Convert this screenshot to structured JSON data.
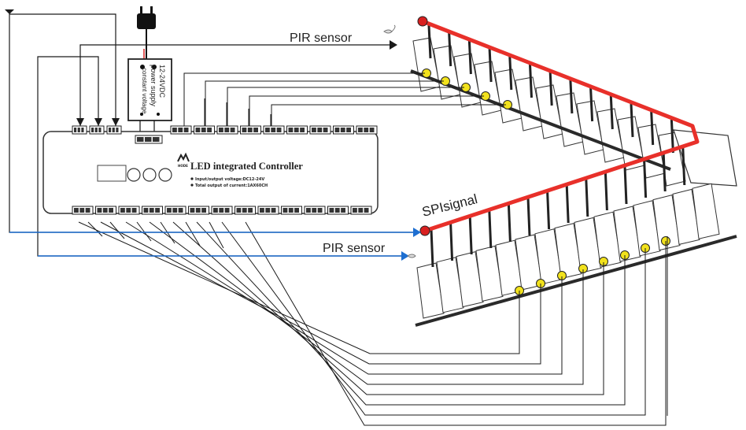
{
  "labels": {
    "pir_sensor_top": "PIR sensor",
    "pir_sensor_bottom": "PIR sensor",
    "spi_signal": "SPIsignal",
    "power_supply_line1": "12-24VDC",
    "power_supply_line2": "power supply",
    "power_supply_line3": "constant voltage",
    "controller_title": "LED  integrated Controller",
    "spec_voltage": "Input/output voltage:DC12-24V",
    "spec_current": "Total output of current:1AX60CH",
    "brand_logo": "HODE"
  },
  "colors": {
    "rail": "#e8302a",
    "led": "#f2e21c",
    "led_end": "#d92020",
    "wire": "#1a1a1a",
    "signal_wire": "#1e6fd1",
    "stair_edge": "#2a2a2a"
  },
  "icons": {
    "plug": "power-plug-icon",
    "sensor": "pir-sensor-icon",
    "logo": "brand-logo-icon"
  }
}
